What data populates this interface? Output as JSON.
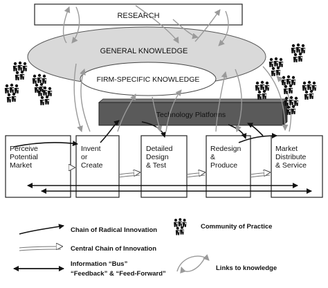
{
  "research": {
    "label": "RESEARCH"
  },
  "general_knowledge": {
    "label": "GENERAL KNOWLEDGE"
  },
  "firm_knowledge": {
    "label": "FIRM-SPECIFIC KNOWLEDGE"
  },
  "platform": {
    "label": "Technology Platforms"
  },
  "stages": [
    {
      "line1": "Perceive",
      "line2": "Potential",
      "line3": "Market"
    },
    {
      "line1": "Invent",
      "line2": "or",
      "line3": "Create"
    },
    {
      "line1": "Detailed",
      "line2": "Design",
      "line3": "& Test"
    },
    {
      "line1": "Redesign",
      "line2": "&",
      "line3": "Produce"
    },
    {
      "line1": "Market",
      "line2": "Distribute",
      "line3": "& Service"
    }
  ],
  "legend": {
    "radical": "Chain of Radical Innovation",
    "community": "Community of Practice",
    "central": "Central Chain of Innovation",
    "bus_line1": "Information “Bus”",
    "bus_line2": "“Feedback” & “Feed-Forward”",
    "links": "Links to knowledge"
  },
  "colors": {
    "ink": "#111111",
    "platform_fill": "#5a5a5a",
    "ellipse_fill": "#d9d9d9",
    "link_gray": "#9a9a9a"
  }
}
